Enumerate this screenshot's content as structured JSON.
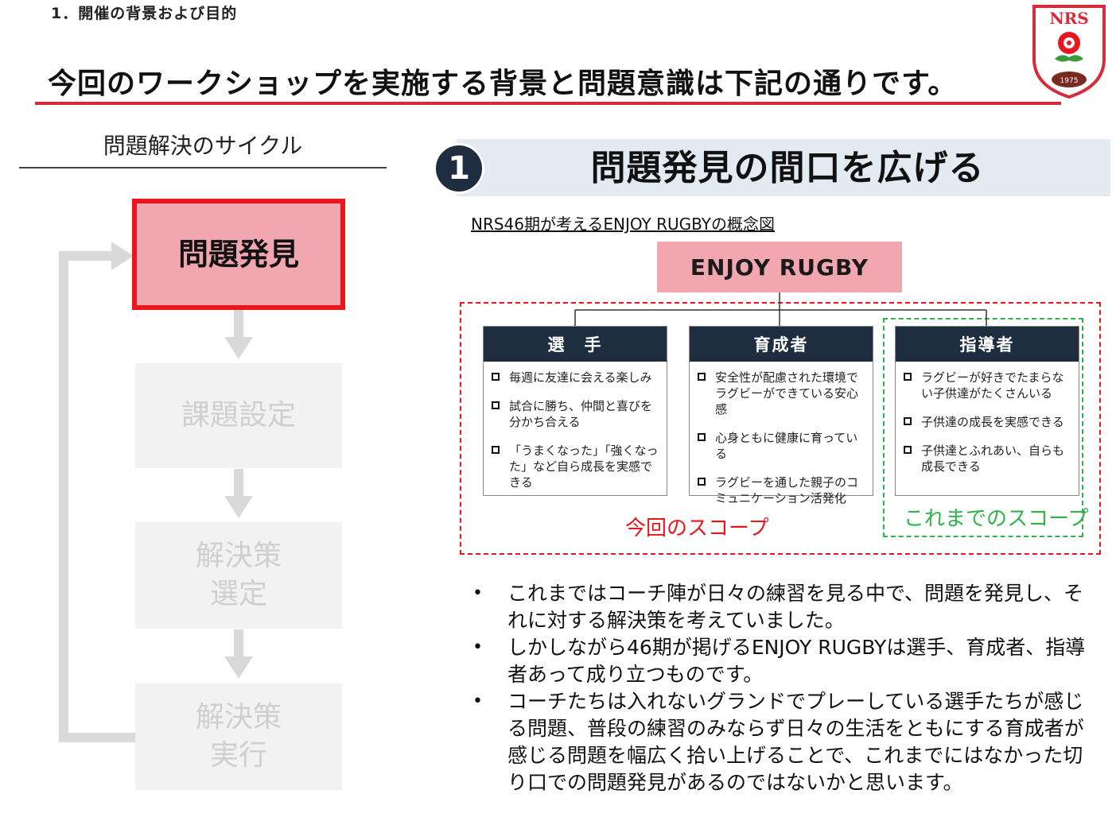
{
  "header": {
    "section_label": "1．開催の背景および目的",
    "title": "今回のワークショップを実施する背景と問題意識は下記の通りです。"
  },
  "logo": {
    "text": "NRS",
    "year": "1975"
  },
  "cycle": {
    "heading": "問題解決のサイクル",
    "steps": [
      {
        "label": "問題発見",
        "active": true
      },
      {
        "label": "課題設定",
        "active": false
      },
      {
        "label": "解決策\n選定",
        "active": false
      },
      {
        "label": "解決策\n実行",
        "active": false
      }
    ]
  },
  "banner": {
    "number": "1",
    "title": "問題発見の間口を広げる"
  },
  "concept": {
    "caption": "NRS46期が考えるENJOY RUGBYの概念図",
    "root": "ENJOY RUGBY",
    "cards": [
      {
        "title": "選　手",
        "items": [
          "毎週に友達に会える楽しみ",
          "試合に勝ち、仲間と喜びを分かち合える",
          "「うまくなった」「強くなった」など自ら成長を実感できる"
        ]
      },
      {
        "title": "育成者",
        "items": [
          "安全性が配慮された環境でラグビーができている安心感",
          "心身ともに健康に育っている",
          "ラグビーを通した親子のコミュニケーション活発化"
        ]
      },
      {
        "title": "指導者",
        "items": [
          "ラグビーが好きでたまらない子供達がたくさんいる",
          "子供達の成長を実感できる",
          "子供達とふれあい、自らも成長できる"
        ]
      }
    ],
    "scope_current": "今回のスコープ",
    "scope_previous": "これまでのスコープ",
    "colors": {
      "current_scope": "#e8171d",
      "previous_scope": "#2fb34a",
      "card_header": "#1e2d3f",
      "highlight": "#f2a7b0"
    }
  },
  "bullets": [
    "これまではコーチ陣が日々の練習を見る中で、問題を発見し、それに対する解決策を考えていました。",
    "しかしながら46期が掲げるENJOY RUGBYは選手、育成者、指導者あって成り立つものです。",
    "コーチたちは入れないグランドでプレーしている選手たちが感じる問題、普段の練習のみならず日々の生活をともにする育成者が感じる問題を幅広く拾い上げることで、これまでにはなかった切り口での問題発見があるのではないかと思います。"
  ]
}
